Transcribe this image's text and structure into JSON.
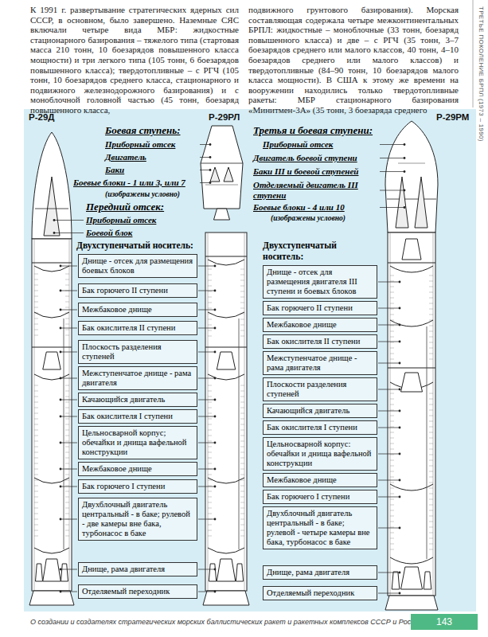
{
  "diagram": {
    "nodes": [
      {
        "text": [
          "Днище - отсек для размещения боевых блоков"
        ]
      },
      {
        "text": [
          "Бак горючего II ступени"
        ]
      },
      {
        "text": [
          "Межбаковое днище"
        ]
      },
      {
        "text": [
          "Бак окислителя II ступени"
        ]
      },
      {
        "text": [
          "Плоскость разделения ступеней"
        ]
      },
      {
        "text": [
          "Межступенчатое днище - рама двигателя"
        ]
      },
      {
        "text": [
          "Качающийся двигатель"
        ]
      },
      {
        "text": [
          "Бак окислителя I ступени"
        ]
      },
      {
        "text": [
          "Цельносварной корпус; обечайки и днища вафельной конструкции"
        ]
      },
      {
        "text": [
          "Межбаковое днище"
        ]
      },
      {
        "text": [
          "Бак горючего I ступени"
        ]
      },
      {
        "text": [
          "Двухблочный двигатель центральный - в баке; рулевой - две камеры вне бака, турбонасос в баке"
        ]
      },
      {
        "text": [
          "Днище, рама двигателя"
        ]
      },
      {
        "text": [
          "Отделяемый переходник"
        ]
      },
      {
        "text": [
          "Днище - отсек для размещения двигателя III ступени и боевых блоков"
        ]
      },
      {
        "text": [
          "Бак горючего II ступени"
        ]
      },
      {
        "text": [
          "Межбаковое днище"
        ]
      },
      {
        "text": [
          "Бак окислителя II ступени"
        ]
      },
      {
        "text": [
          "Межступенчатое днище - рама двигателя"
        ]
      },
      {
        "text": [
          "Плоскости разделения ступеней"
        ]
      },
      {
        "text": [
          "Качающийся двигатель"
        ]
      },
      {
        "text": [
          "Бак окислителя I ступени"
        ]
      },
      {
        "text": [
          "Цельносварной корпус: обечайки и днища вафельной конструкции"
        ]
      },
      {
        "text": [
          "Межбаковое днище"
        ]
      },
      {
        "text": [
          "Бак горючего I ступени"
        ]
      },
      {
        "text": [
          "Двухблочный двигатель центральный - в баке; рулевой - четыре камеры вне бака, турбонасос в баке"
        ]
      },
      {
        "text": [
          "Днище, рама двигателя"
        ]
      },
      {
        "text": [
          "Отделяемый переходник"
        ]
      }
    ],
    "labels": [
      "К 1991 г. развертывание стратегических ядерных сил СССР, в основном, было завершено. Наземные СЯС включали четыре вида МБР: жидкостные стационарного базирования – тяжелого типа (стартовая масса 210 тонн, 10 боезарядов повышенного класса мощности) и три легкого типа (105 тонн, 6 боезарядов повышенного класса); твердотопливные – с РГЧ (105 тонн, 10 боезарядов среднего класса, стационарного и подвижного железнодорожного базирования) и с моноблочной головной частью (45 тонн, боезаряд повышенного класса,",
      "подвижного грунтового базирования). Морская составляющая содержала четыре межконтинентальных БРПЛ: жидкостные – моноблочные (33 тонн, боезаряд повышенного класса) и две – с РГЧ (35 тонн, 3–7 боезарядов среднего или малого классов, 40 тонн, 4–10 боезарядов среднего или малого классов) и твердотопливные (84–90 тонн, 10 боезарядов малого класса мощности). В США к этому же времени на вооружении находились только твердотопливные ракеты: МБР стационарного базирования «Минитмен-3А» (35 тонн, 3 боезаряда среднего",
      "ТРЕТЬЕ ПОКОЛЕНИЕ БРПЛ (1973 – 1990)",
      "Р-29Д",
      "Р-29РЛ",
      "Р-29РМ",
      "Боевая ступень:",
      "Приборный отсек",
      "Двигатель",
      "Баки",
      "Боевые блоки - 1 или 3, или 7",
      "(изображены условно)",
      "Передний отсек:",
      "Приборный отсек",
      "Боевой блок",
      "Третья и боевая ступени:",
      "Приборный отсек",
      "Двигатель боевой ступени",
      "Баки III и боевой ступеней",
      "Отделяемый двигатель III ступени",
      "Боевые блоки - 4 или 10",
      "(изображены условно)",
      "Двухступенчатый носитель:",
      "Двухступенчатый носитель:",
      "О создании и создателях стратегических морских баллистических ракет и ракетных комплексов СССР и России",
      "143"
    ]
  }
}
